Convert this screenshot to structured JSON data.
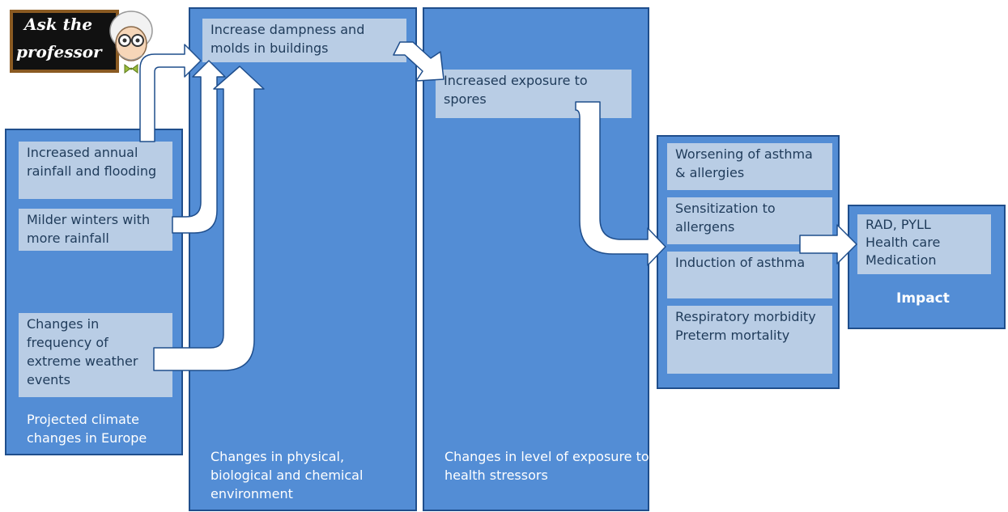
{
  "logo": {
    "line1": "Ask the",
    "line2": "professor"
  },
  "columns": {
    "climate": {
      "label": "Projected climate changes in Europe",
      "items": [
        "Increased annual rainfall and flooding",
        "Milder winters with more rainfall",
        "Changes in frequency of extreme weather events"
      ]
    },
    "environment": {
      "label": "Changes in physical, biological and chemical environment",
      "items": [
        "Increase dampness and molds in buildings"
      ]
    },
    "exposure": {
      "label": "Changes in level of exposure to health stressors",
      "items": [
        "Increased exposure to spores"
      ]
    },
    "health": {
      "items": [
        "Worsening of asthma & allergies",
        "Sensitization to allergens",
        "Induction of asthma",
        "Respiratory morbidity Preterm mortality"
      ]
    },
    "impact": {
      "label": "Impact",
      "lines": [
        "RAD, PYLL",
        "Health care",
        "Medication"
      ]
    }
  },
  "colors": {
    "column_fill": "#538dd5",
    "column_border": "#1f4e8c",
    "box_fill": "#b9cde5",
    "arrow_fill": "#ffffff"
  }
}
